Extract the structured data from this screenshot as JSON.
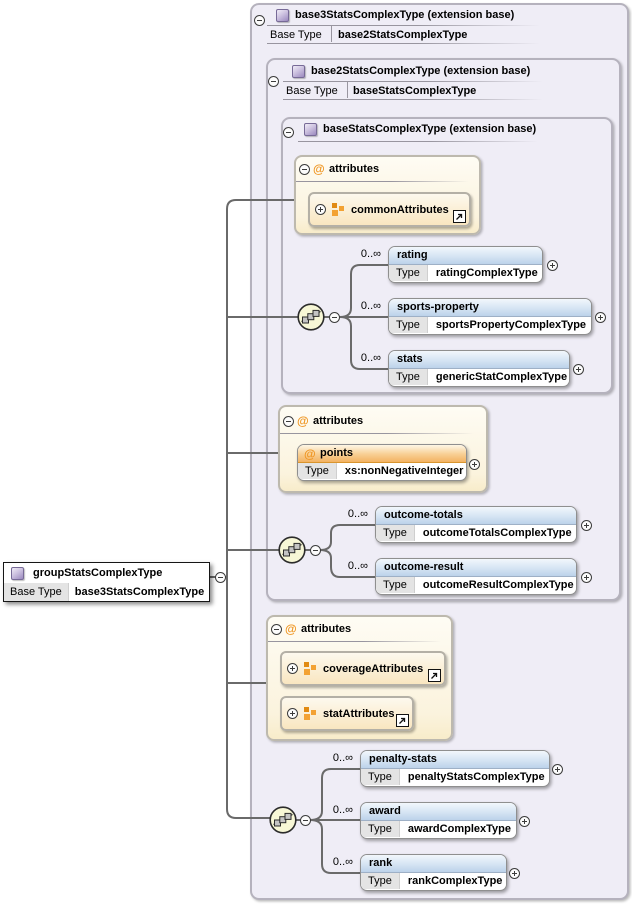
{
  "icons": {
    "at": "@"
  },
  "labels": {
    "type": "Type",
    "base_type": "Base Type"
  },
  "group_box": {
    "title": "groupStatsComplexType",
    "base_type": "base3StatsComplexType"
  },
  "containers": {
    "base3": {
      "title": "base3StatsComplexType (extension base)",
      "base_type": "base2StatsComplexType"
    },
    "base2": {
      "title": "base2StatsComplexType (extension base)",
      "base_type": "baseStatsComplexType"
    },
    "base": {
      "title": "baseStatsComplexType (extension base)"
    }
  },
  "attr_sections": [
    {
      "header": "attributes",
      "groups": [
        {
          "name": "commonAttributes"
        }
      ]
    },
    {
      "header": "attributes",
      "attributes": [
        {
          "name": "points",
          "type": "xs:nonNegativeInteger"
        }
      ]
    },
    {
      "header": "attributes",
      "groups": [
        {
          "name": "coverageAttributes"
        },
        {
          "name": "statAttributes"
        }
      ]
    }
  ],
  "sequences": [
    {
      "items": [
        {
          "occurs": "0..∞",
          "name": "rating",
          "type": "ratingComplexType"
        },
        {
          "occurs": "0..∞",
          "name": "sports-property",
          "type": "sportsPropertyComplexType"
        },
        {
          "occurs": "0..∞",
          "name": "stats",
          "type": "genericStatComplexType"
        }
      ]
    },
    {
      "items": [
        {
          "occurs": "0..∞",
          "name": "outcome-totals",
          "type": "outcomeTotalsComplexType"
        },
        {
          "occurs": "0..∞",
          "name": "outcome-result",
          "type": "outcomeResultComplexType"
        }
      ]
    },
    {
      "items": [
        {
          "occurs": "0..∞",
          "name": "penalty-stats",
          "type": "penaltyStatsComplexType"
        },
        {
          "occurs": "0..∞",
          "name": "award",
          "type": "awardComplexType"
        },
        {
          "occurs": "0..∞",
          "name": "rank",
          "type": "rankComplexType"
        }
      ]
    }
  ],
  "colors": {
    "container_fill": "#efedf6",
    "cream_fill": "#fbf3dd",
    "element_header": "#bcd2ea",
    "attr_header": "#f3b262",
    "connector": "#6a6a6a"
  }
}
